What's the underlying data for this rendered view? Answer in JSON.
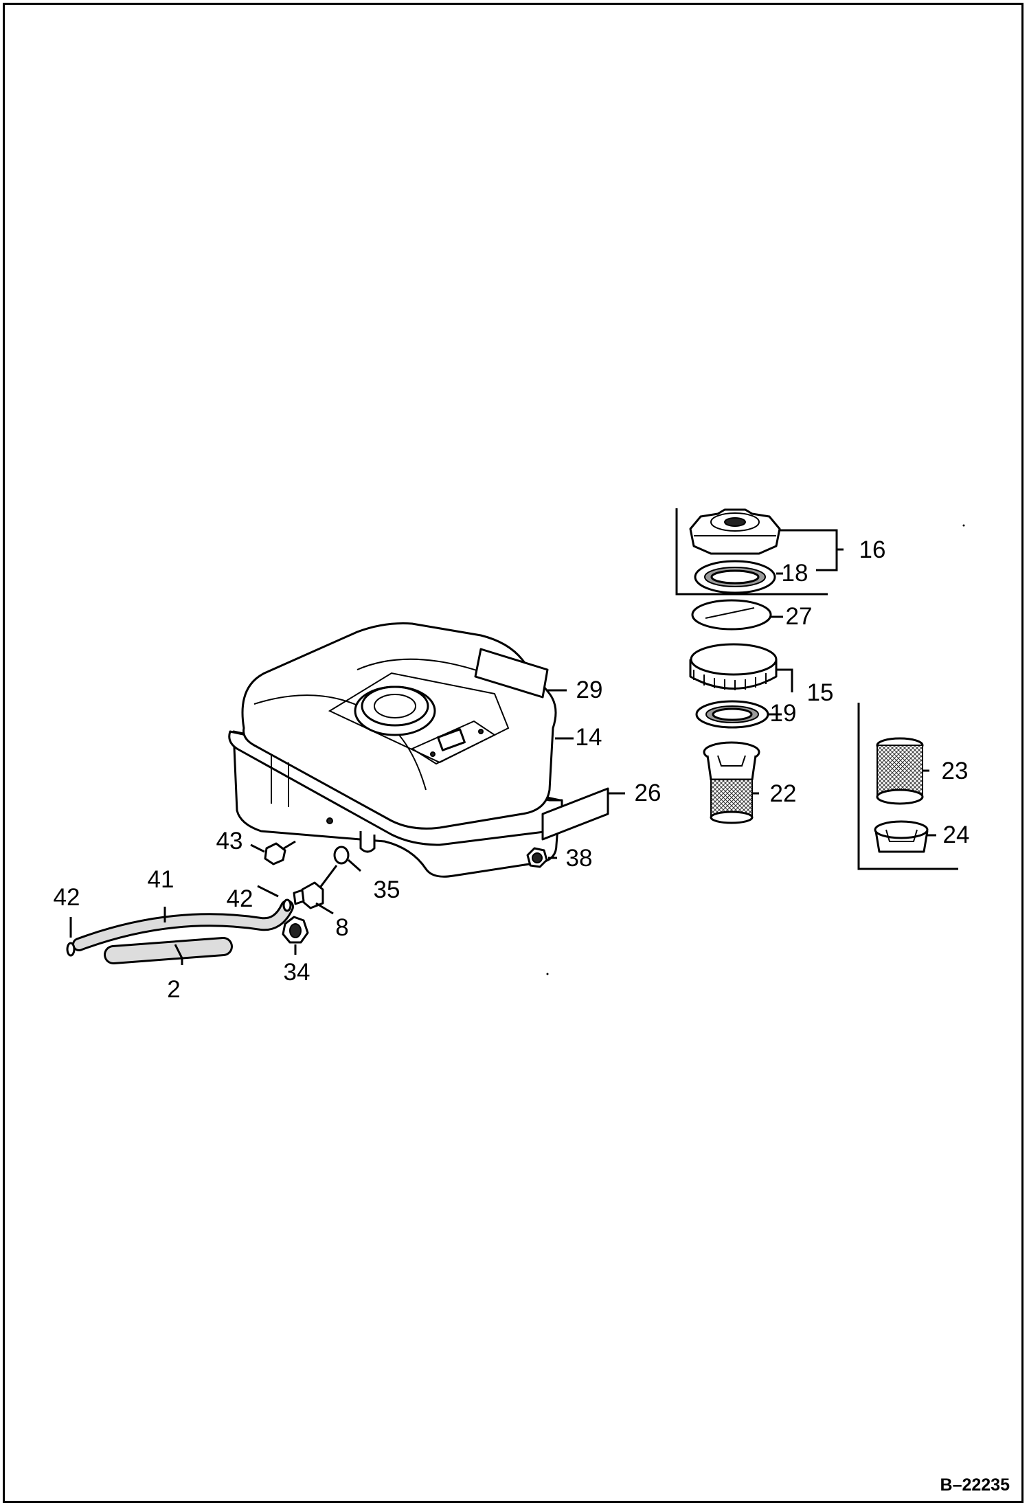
{
  "document_id": "B–22235",
  "callouts": {
    "c2": "2",
    "c8": "8",
    "c14": "14",
    "c15": "15",
    "c16": "16",
    "c18": "18",
    "c19": "19",
    "c22": "22",
    "c23": "23",
    "c24": "24",
    "c26": "26",
    "c27": "27",
    "c29": "29",
    "c34": "34",
    "c35": "35",
    "c38": "38",
    "c41": "41",
    "c42a": "42",
    "c42b": "42",
    "c43": "43"
  }
}
